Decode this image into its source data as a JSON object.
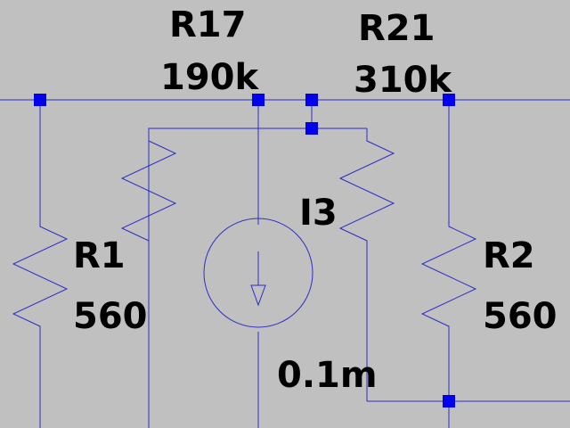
{
  "colors": {
    "background": "#c0c0c0",
    "wire": "#2d2dc6",
    "node": "#0000ee",
    "text": "#000000"
  },
  "components": {
    "r17": {
      "name": "R17",
      "value": "190k"
    },
    "r21": {
      "name": "R21",
      "value": "310k"
    },
    "r1": {
      "name": "R1",
      "value": "560"
    },
    "r2": {
      "name": "R2",
      "value": "560"
    },
    "i3": {
      "name": "I3",
      "value": "0.1m"
    }
  }
}
